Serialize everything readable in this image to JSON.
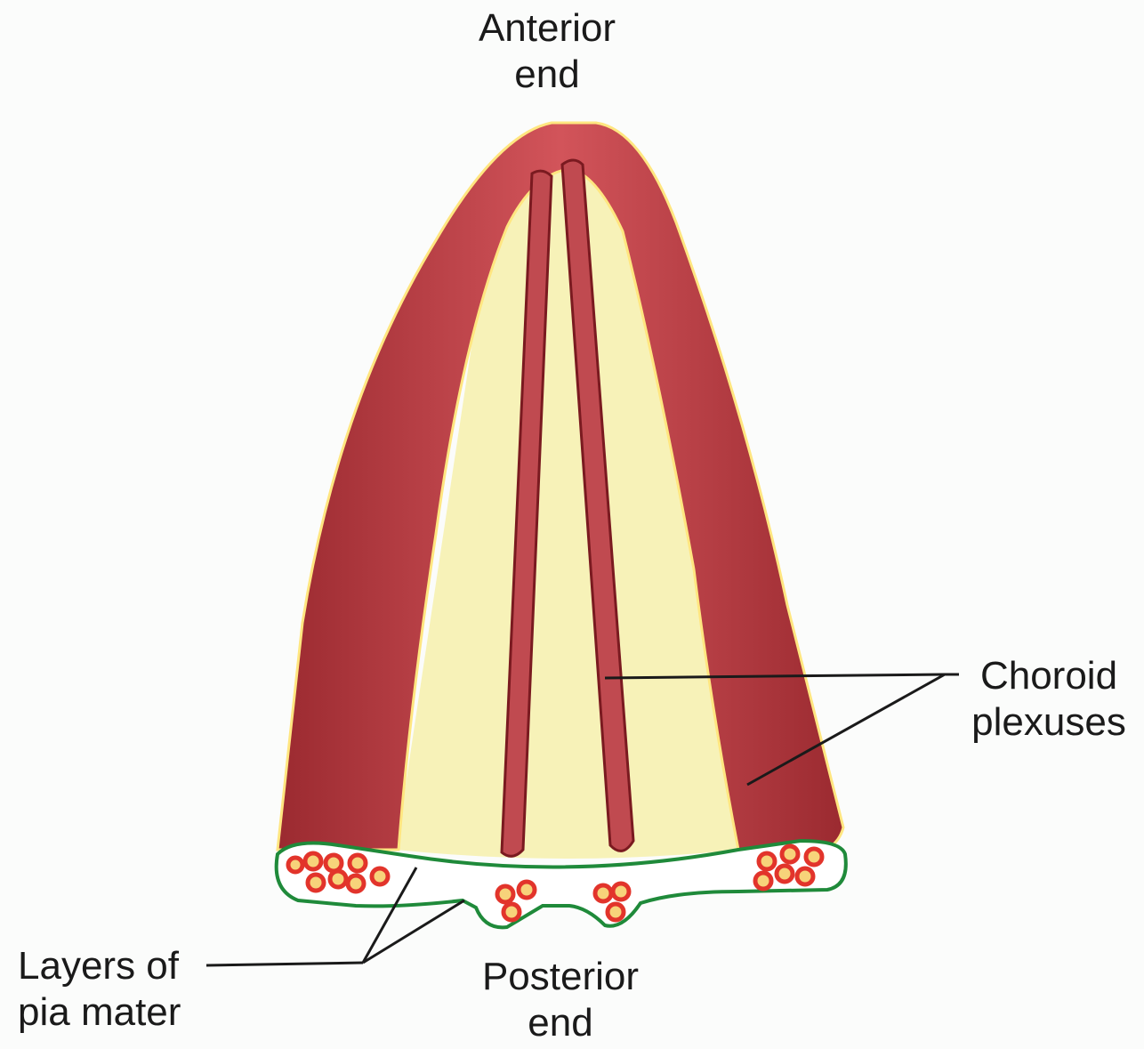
{
  "labels": {
    "anterior": {
      "line1": "Anterior",
      "line2": "end"
    },
    "posterior": {
      "line1": "Posterior",
      "line2": "end"
    },
    "choroid": {
      "line1": "Choroid",
      "line2": "plexuses"
    },
    "pia": {
      "line1": "Layers of",
      "line2": "pia mater"
    }
  },
  "colors": {
    "background": "#fbfcfb",
    "plexus_fill": "#c8464e",
    "plexus_edge": "#7a1a20",
    "ventricle_fill": "#f7f2b8",
    "pia_outline": "#1f8a3a",
    "vessel_ring": "#e2342b",
    "vessel_fill": "#f5c040",
    "leader_line": "#1a1a1a"
  }
}
